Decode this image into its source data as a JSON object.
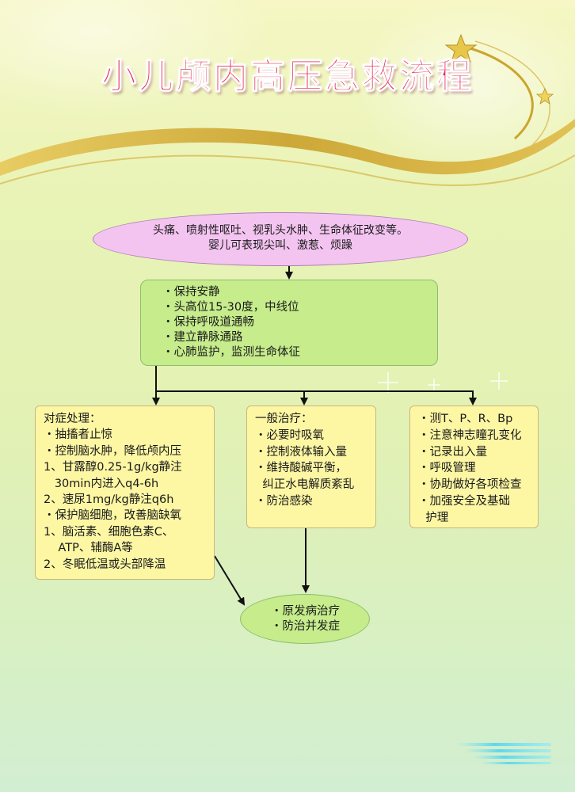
{
  "title": "小儿颅内高压急救流程",
  "steps": {
    "symptoms": [
      "头痛、喷射性呕吐、视乳头水肿、生命体征改变等。",
      "婴儿可表现尖叫、激惹、烦躁"
    ],
    "initial_care": [
      "・保持安静",
      "・头高位15-30度，中线位",
      "・保持呼吸道通畅",
      "・建立静脉通路",
      "・心肺监护，监测生命体征"
    ],
    "symptomatic": [
      "对症处理：",
      "・抽搐者止惊",
      "・控制脑水肿，降低颅内压",
      "1、甘露醇0.25-1g/kg静注",
      "   30min内进入q4-6h",
      "2、速尿1mg/kg静注q6h",
      "・保护脑细胞，改善脑缺氧",
      "1、脑活素、细胞色素C、",
      "    ATP、辅酶A等",
      "2、冬眠低温或头部降温"
    ],
    "general": [
      "一般治疗：",
      "・必要时吸氧",
      "・控制液体输入量",
      "・维持酸碱平衡，",
      "  纠正水电解质紊乱",
      "・防治感染"
    ],
    "monitoring": [
      "・测T、P、R、Bp",
      "・注意神志瞳孔变化",
      "・记录出入量",
      "・呼吸管理",
      "・协助做好各项检查",
      "・加强安全及基础",
      "  护理"
    ],
    "outcome": [
      "・原发病治疗",
      "・防治并发症"
    ]
  },
  "colors": {
    "title": "#ea2f5a",
    "ellipse_fill": "#f4c4f1",
    "green_fill": "#c6ec8c",
    "yellow_fill": "#fdf7a4",
    "gold_swoosh": "#c9a02a"
  }
}
